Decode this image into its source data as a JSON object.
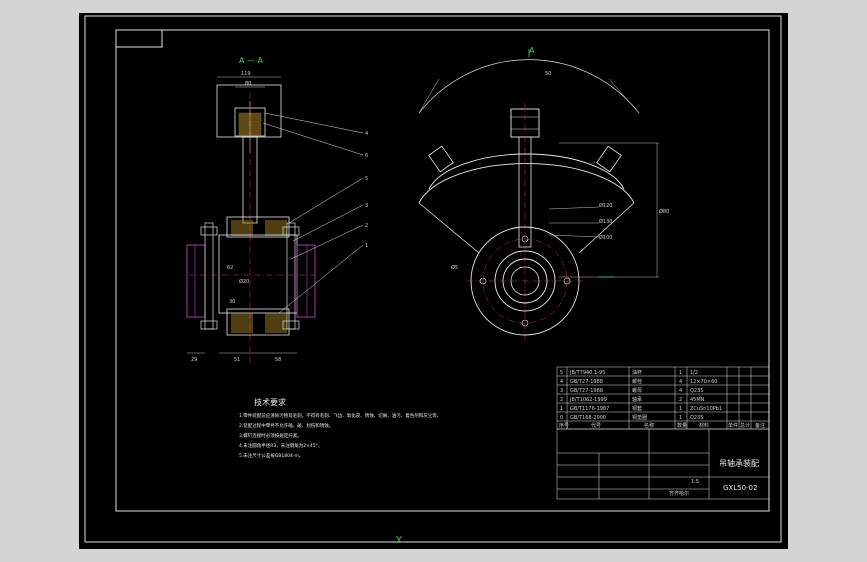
{
  "section_label": "A — A",
  "view_label": "A",
  "tech_title": "技术要求",
  "tech_items": [
    "1.零件装配前应清除污物及毛刺，不得有毛刺、飞边、氧化皮、锈蚀、切屑、油污、着色剂和灰尘等。",
    "2.装配过程中零件不允许磕、碰、划伤和锈蚀。",
    "3.螺钉连接时必须按规定拧紧。",
    "4.未注圆角半径R3，未注倒角为2×45°。",
    "5.未注尺寸公差按GB1804-m。"
  ],
  "bom_rows": [
    {
      "no": "5",
      "code": "JB/T7940.1-95",
      "name": "油杯",
      "qty": "1",
      "mat": "1/2",
      "note": ""
    },
    {
      "no": "4",
      "code": "GB/T27-1988",
      "name": "螺栓",
      "qty": "4",
      "mat": "12×70×60",
      "note": ""
    },
    {
      "no": "3",
      "code": "GB/T27-1988",
      "name": "螺母",
      "qty": "4",
      "mat": "Q235",
      "note": ""
    },
    {
      "no": "2",
      "code": "JB/T1062-1999",
      "name": "轴承",
      "qty": "2",
      "mat": "45MN",
      "note": ""
    },
    {
      "no": "1",
      "code": "GB/T1176-1987",
      "name": "铜套",
      "qty": "1",
      "mat": "ZCuSn10Pb1",
      "note": ""
    },
    {
      "no": "0",
      "code": "GB/T168-2000",
      "name": "铜垫圈",
      "qty": "1",
      "mat": "Q235",
      "note": ""
    }
  ],
  "bom_headers": [
    "序号",
    "代号",
    "名称",
    "数量",
    "材料",
    "单件",
    "总计",
    "备注"
  ],
  "title_name": "吊轴承装配",
  "drawing_no": "GXL50-02",
  "company": "齐齐哈尔",
  "scale": "1:5",
  "ucs_label": "Y",
  "dims": [
    "119",
    "80",
    "50",
    "Ø120",
    "Ø130",
    "Ø100",
    "Ø80",
    "29",
    "51",
    "58",
    "Ø5",
    "Ø20",
    "30",
    "62",
    "4",
    "6",
    "5",
    "3",
    "2",
    "1"
  ]
}
